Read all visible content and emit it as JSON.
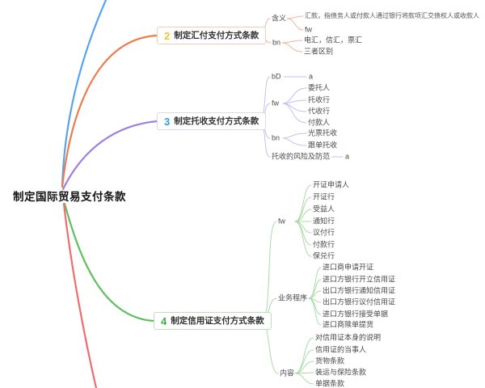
{
  "root": {
    "label": "制定国际贸易支付条款"
  },
  "colors": {
    "branch_blue": "#57a5e8",
    "branch_remit": "#ee7b4d",
    "branch_collect": "#9c82e2",
    "branch_lc": "#5fc05f",
    "branch_red": "#f16c6c",
    "number2": "#f7c325",
    "number3": "#2e9be6",
    "number4": "#3fae49"
  },
  "branches": {
    "huifu": {
      "number": "2",
      "label": "制定汇付支付方式条款",
      "children": [
        {
          "label": "含义",
          "children": [
            {
              "label": "汇款，指债务人或付款人通过银行将款项汇交债权人或收款人"
            },
            {
              "label": "fw"
            }
          ]
        },
        {
          "label": "bn",
          "children": [
            {
              "label": "电汇，信汇，票汇"
            },
            {
              "label": "三者区别"
            }
          ]
        }
      ]
    },
    "tuoshou": {
      "number": "3",
      "label": "制定托收支付方式条款",
      "children": [
        {
          "label": "bD",
          "children": [
            {
              "label": "a"
            }
          ]
        },
        {
          "label": "fw",
          "children": [
            {
              "label": "委托人"
            },
            {
              "label": "托收行"
            },
            {
              "label": "代收行"
            },
            {
              "label": "付款人"
            }
          ]
        },
        {
          "label": "bn",
          "children": [
            {
              "label": "光票托收"
            },
            {
              "label": "跟单托收"
            }
          ]
        },
        {
          "label": "托收的风险及防范",
          "children": [
            {
              "label": "a"
            }
          ]
        }
      ]
    },
    "xinyongzheng": {
      "number": "4",
      "label": "制定信用证支付方式条款",
      "children": [
        {
          "label": "fw",
          "children": [
            {
              "label": "开证申请人"
            },
            {
              "label": "开证行"
            },
            {
              "label": "受益人"
            },
            {
              "label": "通知行"
            },
            {
              "label": "议付行"
            },
            {
              "label": "付款行"
            },
            {
              "label": "保兑行"
            }
          ]
        },
        {
          "label": "业务程序",
          "children": [
            {
              "label": "进口商申请开证"
            },
            {
              "label": "进口方银行开立信用证"
            },
            {
              "label": "出口方银行通知信用证"
            },
            {
              "label": "出口方银行议付信用证"
            },
            {
              "label": "进口方银行接受单据"
            },
            {
              "label": "进口商赎单提货"
            }
          ]
        },
        {
          "label": "内容",
          "children": [
            {
              "label": "对信用证本身的说明"
            },
            {
              "label": "信用证的当事人"
            },
            {
              "label": "货物条款"
            },
            {
              "label": "装运与保险条款"
            },
            {
              "label": "单据条款"
            }
          ]
        }
      ]
    }
  }
}
